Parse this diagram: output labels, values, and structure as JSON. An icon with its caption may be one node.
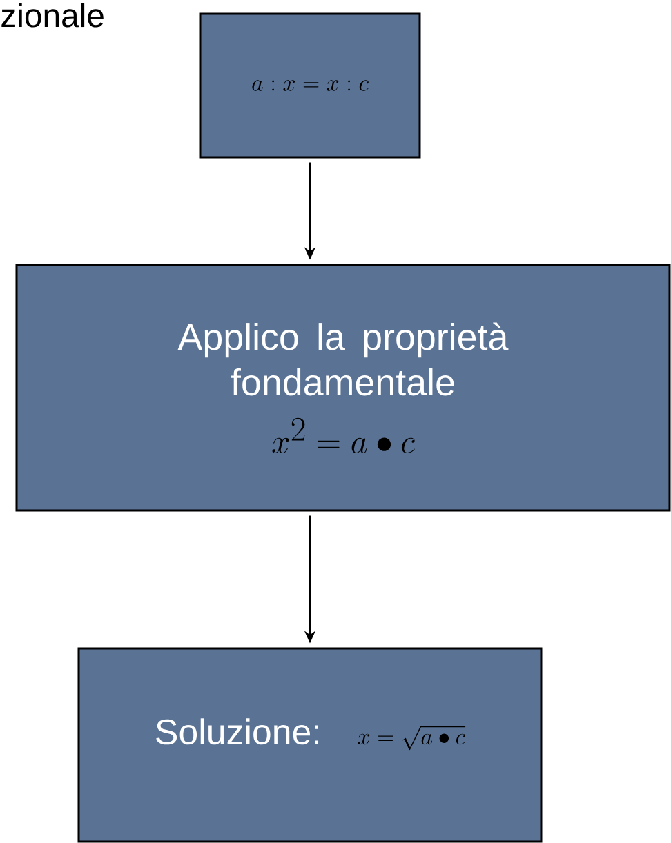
{
  "diagram": {
    "title": "zionale",
    "nodes": [
      {
        "text": [
          "a:x=x:c"
        ]
      },
      {
        "text": [
          "Applico la proprietà fondamentale",
          "x^2=a\\bullet c"
        ]
      },
      {
        "text": [
          "Soluzione:",
          "x=\\sqrt{a\\bullet c}"
        ]
      }
    ],
    "edges": [
      {
        "from": 0,
        "to": 1,
        "arrow": "to"
      },
      {
        "from": 1,
        "to": 2,
        "arrow": "to"
      }
    ]
  }
}
